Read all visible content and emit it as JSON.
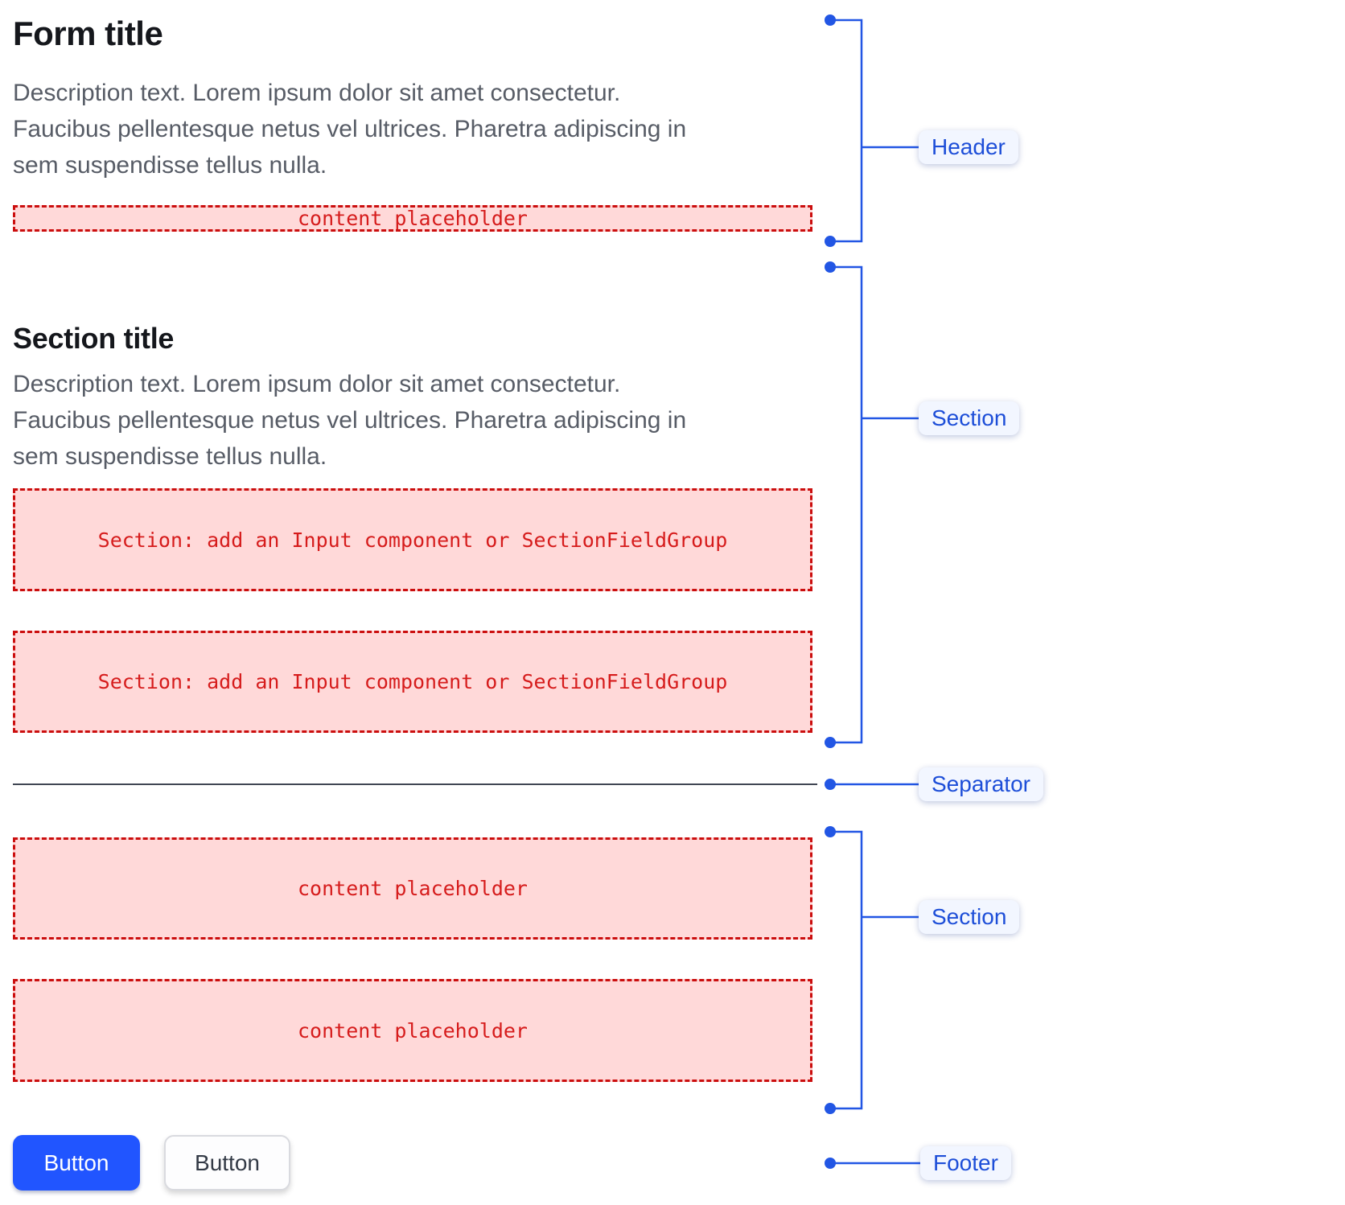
{
  "colors": {
    "annotation_blue": "#2256e4",
    "label_text_blue": "#1d4ed8",
    "label_bg": "#f2f6ff",
    "placeholder_bg": "#ffd9d9",
    "placeholder_border": "#cb0e0e",
    "placeholder_text_red": "#d61c1c",
    "primary_button_bg": "#2155ff",
    "separator_gray": "#404653",
    "title_color": "#15171c",
    "description_gray": "#575c66"
  },
  "header": {
    "title": "Form title",
    "description_lines": [
      "Description text. Lorem ipsum dolor sit amet consectetur.",
      "Faucibus pellentesque netus vel ultrices. Pharetra adipiscing in",
      "sem suspendisse tellus nulla."
    ],
    "placeholder_text": "content placeholder"
  },
  "section1": {
    "title": "Section title",
    "description_lines": [
      "Description text. Lorem ipsum dolor sit amet consectetur.",
      "Faucibus pellentesque netus vel ultrices. Pharetra adipiscing in",
      "sem suspendisse tellus nulla."
    ],
    "placeholders": [
      "Section: add an Input component or SectionFieldGroup",
      "Section: add an Input component or SectionFieldGroup"
    ]
  },
  "section2": {
    "placeholders": [
      "content placeholder",
      "content placeholder"
    ]
  },
  "footer": {
    "buttons": [
      {
        "label": "Button",
        "variant": "primary"
      },
      {
        "label": "Button",
        "variant": "secondary"
      }
    ]
  },
  "annotations": {
    "header": "Header",
    "section1": "Section",
    "separator": "Separator",
    "section2": "Section",
    "footer": "Footer"
  }
}
